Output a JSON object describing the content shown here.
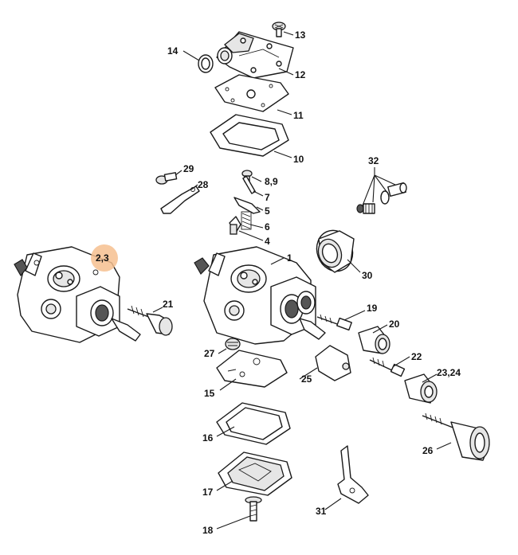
{
  "diagram": {
    "callouts": {
      "c13": "13",
      "c14": "14",
      "c12": "12",
      "c11": "11",
      "c10": "10",
      "c29": "29",
      "c28": "28",
      "c89": "8,9",
      "c7": "7",
      "c5": "5",
      "c6": "6",
      "c4": "4",
      "c32": "32",
      "c23": "2,3",
      "c1": "1",
      "c30": "30",
      "c21": "21",
      "c19": "19",
      "c20": "20",
      "c27": "27",
      "c22": "22",
      "c2324": "23,24",
      "c15": "15",
      "c25": "25",
      "c16": "16",
      "c26": "26",
      "c17": "17",
      "c31": "31",
      "c18": "18"
    },
    "highlight": {
      "callout": "2,3",
      "color": "#f6c08f"
    }
  }
}
